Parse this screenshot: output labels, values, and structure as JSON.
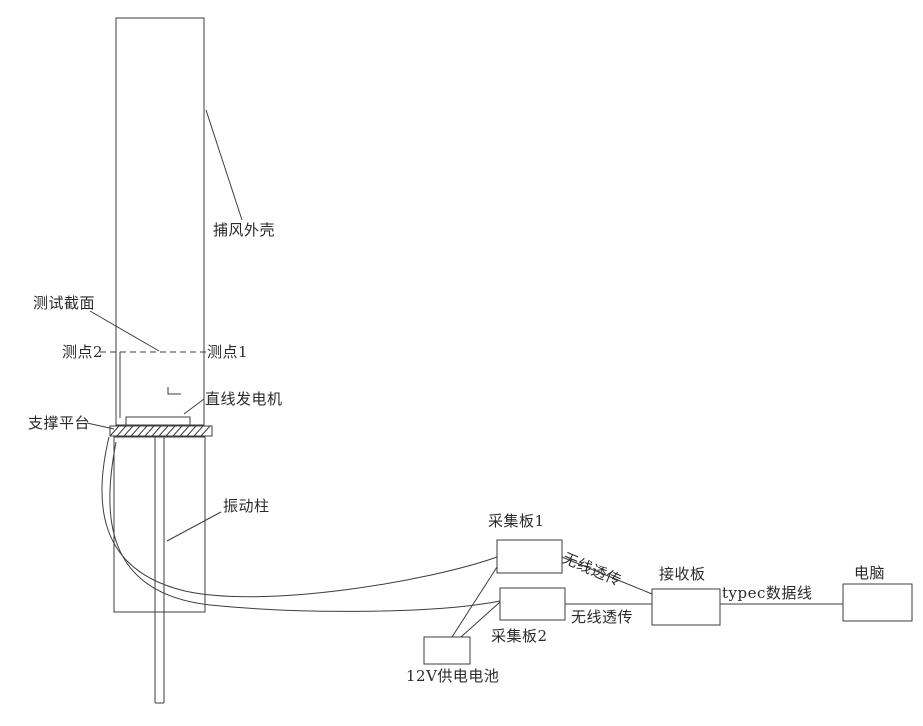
{
  "labels": {
    "housing": "捕风外壳",
    "test_section": "测试截面",
    "point2": "测点2",
    "point1": "测点1",
    "linear_generator": "直线发电机",
    "support_platform": "支撑平台",
    "vibration_column": "振动柱",
    "collector1": "采集板1",
    "collector2": "采集板2",
    "wireless_top": "无线透传",
    "wireless_bottom": "无线透传",
    "receiver": "接收板",
    "typec_cable": "typec数据线",
    "computer": "电脑",
    "battery": "12V供电电池"
  },
  "colors": {
    "line": "#3d3d3d",
    "text": "#2a2a2a",
    "background": "#ffffff"
  }
}
